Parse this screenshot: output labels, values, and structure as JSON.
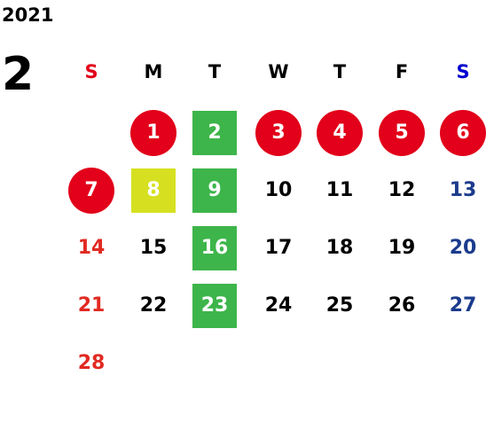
{
  "year": "2021",
  "month": "2",
  "colors": {
    "holiday_circle": "#e2001a",
    "green_box": "#3db54a",
    "yellow_box": "#d6e021",
    "sunday_text": "#e12a22",
    "saturday_text": "#1b3b8c",
    "sunday_header": "#e2001a",
    "saturday_header": "#0000d0",
    "default_text": "#000000",
    "on_fill_text": "#ffffff"
  },
  "weekdays": [
    {
      "label": "S",
      "kind": "sun"
    },
    {
      "label": "M",
      "kind": "week"
    },
    {
      "label": "T",
      "kind": "week"
    },
    {
      "label": "W",
      "kind": "week"
    },
    {
      "label": "T",
      "kind": "week"
    },
    {
      "label": "F",
      "kind": "week"
    },
    {
      "label": "S",
      "kind": "sat"
    }
  ],
  "days": [
    {
      "label": "1",
      "col": 1,
      "row": 0,
      "style": "circle"
    },
    {
      "label": "2",
      "col": 2,
      "row": 0,
      "style": "green"
    },
    {
      "label": "3",
      "col": 3,
      "row": 0,
      "style": "circle"
    },
    {
      "label": "4",
      "col": 4,
      "row": 0,
      "style": "circle"
    },
    {
      "label": "5",
      "col": 5,
      "row": 0,
      "style": "circle"
    },
    {
      "label": "6",
      "col": 6,
      "row": 0,
      "style": "circle"
    },
    {
      "label": "7",
      "col": 0,
      "row": 1,
      "style": "circle"
    },
    {
      "label": "8",
      "col": 1,
      "row": 1,
      "style": "yellow"
    },
    {
      "label": "9",
      "col": 2,
      "row": 1,
      "style": "green"
    },
    {
      "label": "10",
      "col": 3,
      "row": 1,
      "style": "plain"
    },
    {
      "label": "11",
      "col": 4,
      "row": 1,
      "style": "plain"
    },
    {
      "label": "12",
      "col": 5,
      "row": 1,
      "style": "plain"
    },
    {
      "label": "13",
      "col": 6,
      "row": 1,
      "style": "sat"
    },
    {
      "label": "14",
      "col": 0,
      "row": 2,
      "style": "sun"
    },
    {
      "label": "15",
      "col": 1,
      "row": 2,
      "style": "plain"
    },
    {
      "label": "16",
      "col": 2,
      "row": 2,
      "style": "green"
    },
    {
      "label": "17",
      "col": 3,
      "row": 2,
      "style": "plain"
    },
    {
      "label": "18",
      "col": 4,
      "row": 2,
      "style": "plain"
    },
    {
      "label": "19",
      "col": 5,
      "row": 2,
      "style": "plain"
    },
    {
      "label": "20",
      "col": 6,
      "row": 2,
      "style": "sat"
    },
    {
      "label": "21",
      "col": 0,
      "row": 3,
      "style": "sun"
    },
    {
      "label": "22",
      "col": 1,
      "row": 3,
      "style": "plain"
    },
    {
      "label": "23",
      "col": 2,
      "row": 3,
      "style": "green"
    },
    {
      "label": "24",
      "col": 3,
      "row": 3,
      "style": "plain"
    },
    {
      "label": "25",
      "col": 4,
      "row": 3,
      "style": "plain"
    },
    {
      "label": "26",
      "col": 5,
      "row": 3,
      "style": "plain"
    },
    {
      "label": "27",
      "col": 6,
      "row": 3,
      "style": "sat"
    },
    {
      "label": "28",
      "col": 0,
      "row": 4,
      "style": "sun"
    }
  ]
}
